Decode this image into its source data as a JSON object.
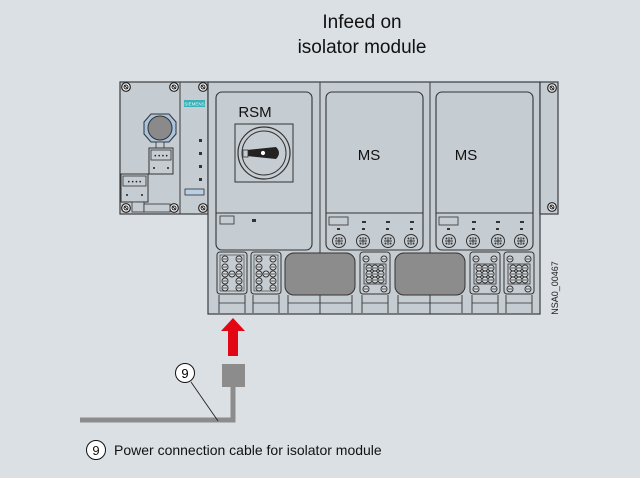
{
  "title": {
    "line1": "Infeed on",
    "line2": "isolator module"
  },
  "modules": {
    "left_module": {
      "brand_badge": "SIEMENS"
    },
    "rsm": {
      "label": "RSM"
    },
    "ms1": {
      "label": "MS"
    },
    "ms2": {
      "label": "MS"
    }
  },
  "callout": {
    "number": "9"
  },
  "legend": {
    "items": [
      {
        "number": "9",
        "text": "Power connection cable for isolator module"
      }
    ]
  },
  "document_id": "NSA0_00467",
  "colors": {
    "background": "#dbe0e4",
    "module_fill": "#c5ccd2",
    "module_stroke": "#3a3d40",
    "arrow": "#e30613",
    "cable": "#8c8c8c",
    "brand_badge": "#3ab0b8"
  },
  "icons": {
    "arrow": "red-up-arrow-icon",
    "rotary_switch": "rotary-handle-icon",
    "screw": "screw-icon",
    "connector": "connector-icon"
  }
}
